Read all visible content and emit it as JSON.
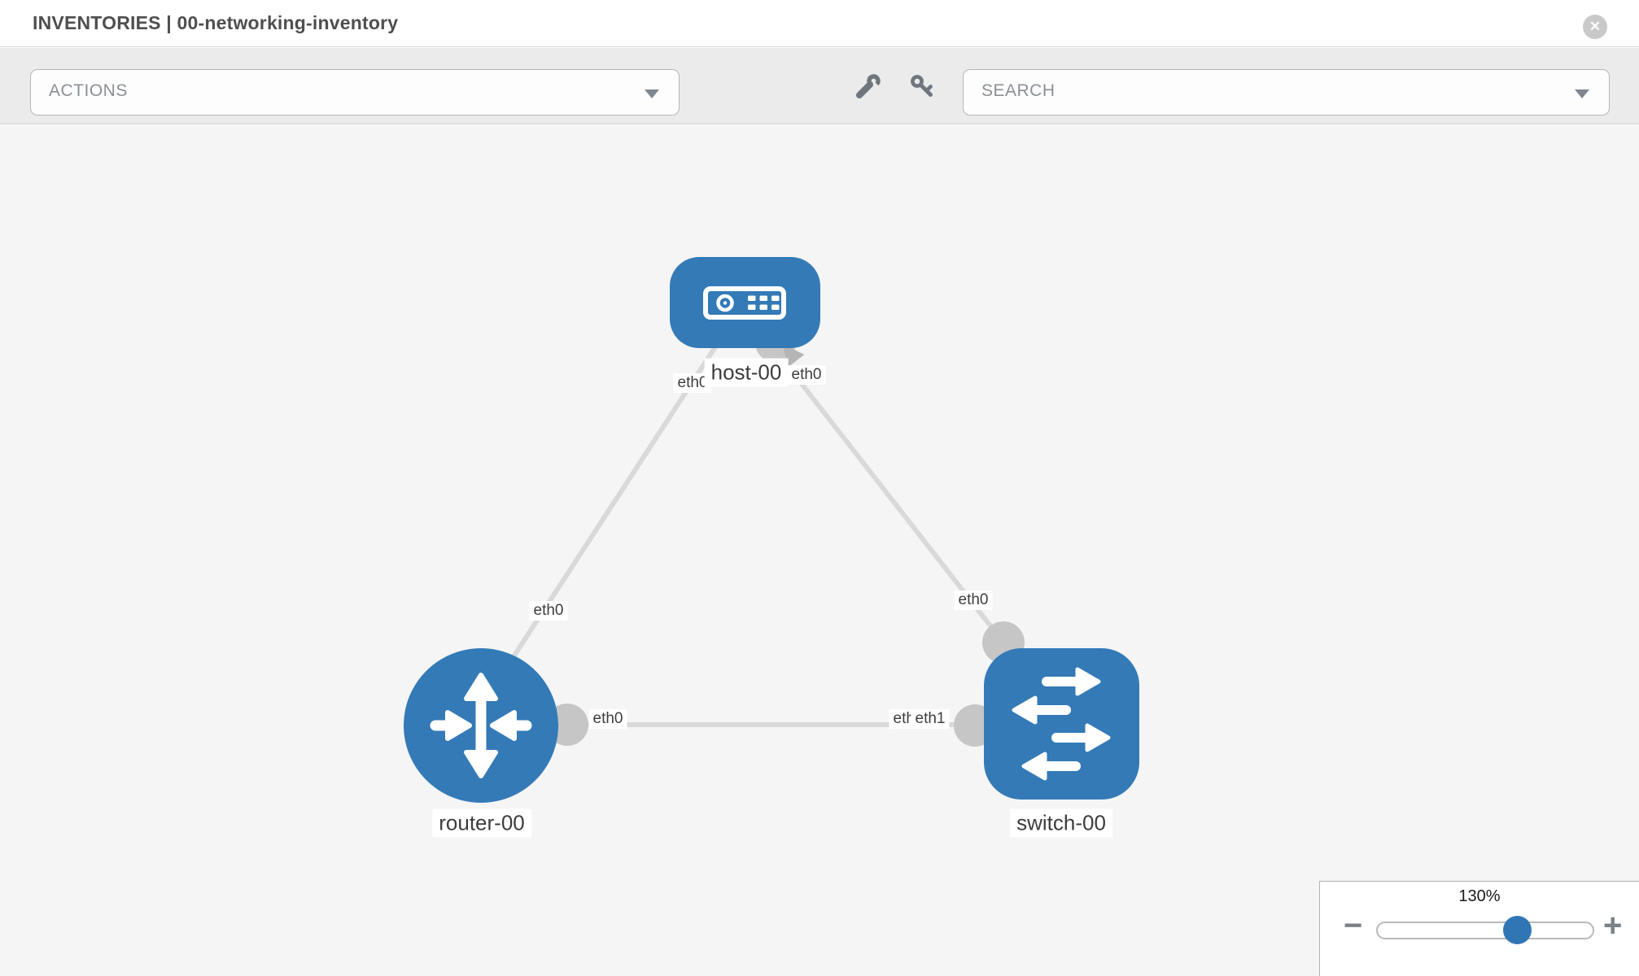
{
  "header": {
    "title": "INVENTORIES | 00-networking-inventory",
    "close_label": "✕"
  },
  "toolbar": {
    "actions_label": "ACTIONS",
    "search_label": "SEARCH",
    "icons": [
      "wrench-icon",
      "key-icon"
    ]
  },
  "colors": {
    "node_blue": "#337ab7",
    "link_gray": "#d9d9d9",
    "port_gray": "#c6c6c6",
    "arrow_gray": "#b5b5b5",
    "canvas_bg": "#f5f5f5",
    "toolbar_bg": "#ebebeb"
  },
  "topology": {
    "nodes": [
      {
        "id": "host-00",
        "type": "host",
        "label": "host-00"
      },
      {
        "id": "router-00",
        "type": "router",
        "label": "router-00"
      },
      {
        "id": "switch-00",
        "type": "switch",
        "label": "switch-00"
      }
    ],
    "links": [
      {
        "from": "host-00",
        "to": "router-00",
        "from_interface": "eth0",
        "to_interface": "eth0"
      },
      {
        "from": "host-00",
        "to": "switch-00",
        "from_interface": "eth0",
        "to_interface": "eth0"
      },
      {
        "from": "router-00",
        "to": "switch-00",
        "from_interface": "eth0",
        "to_interface": "eth1"
      }
    ],
    "labels": {
      "host": "host-00",
      "router": "router-00",
      "switch": "switch-00",
      "host_router_at_host": "eth0",
      "host_router_at_router": "eth0",
      "host_switch_at_host": "eth0",
      "host_switch_at_switch": "eth0",
      "router_switch_at_router": "eth0",
      "router_switch_at_switch_under": "eth0",
      "router_switch_at_switch": "eth1"
    }
  },
  "zoom_control": {
    "value": "130%",
    "minus_label": "−",
    "plus_label": "+"
  }
}
